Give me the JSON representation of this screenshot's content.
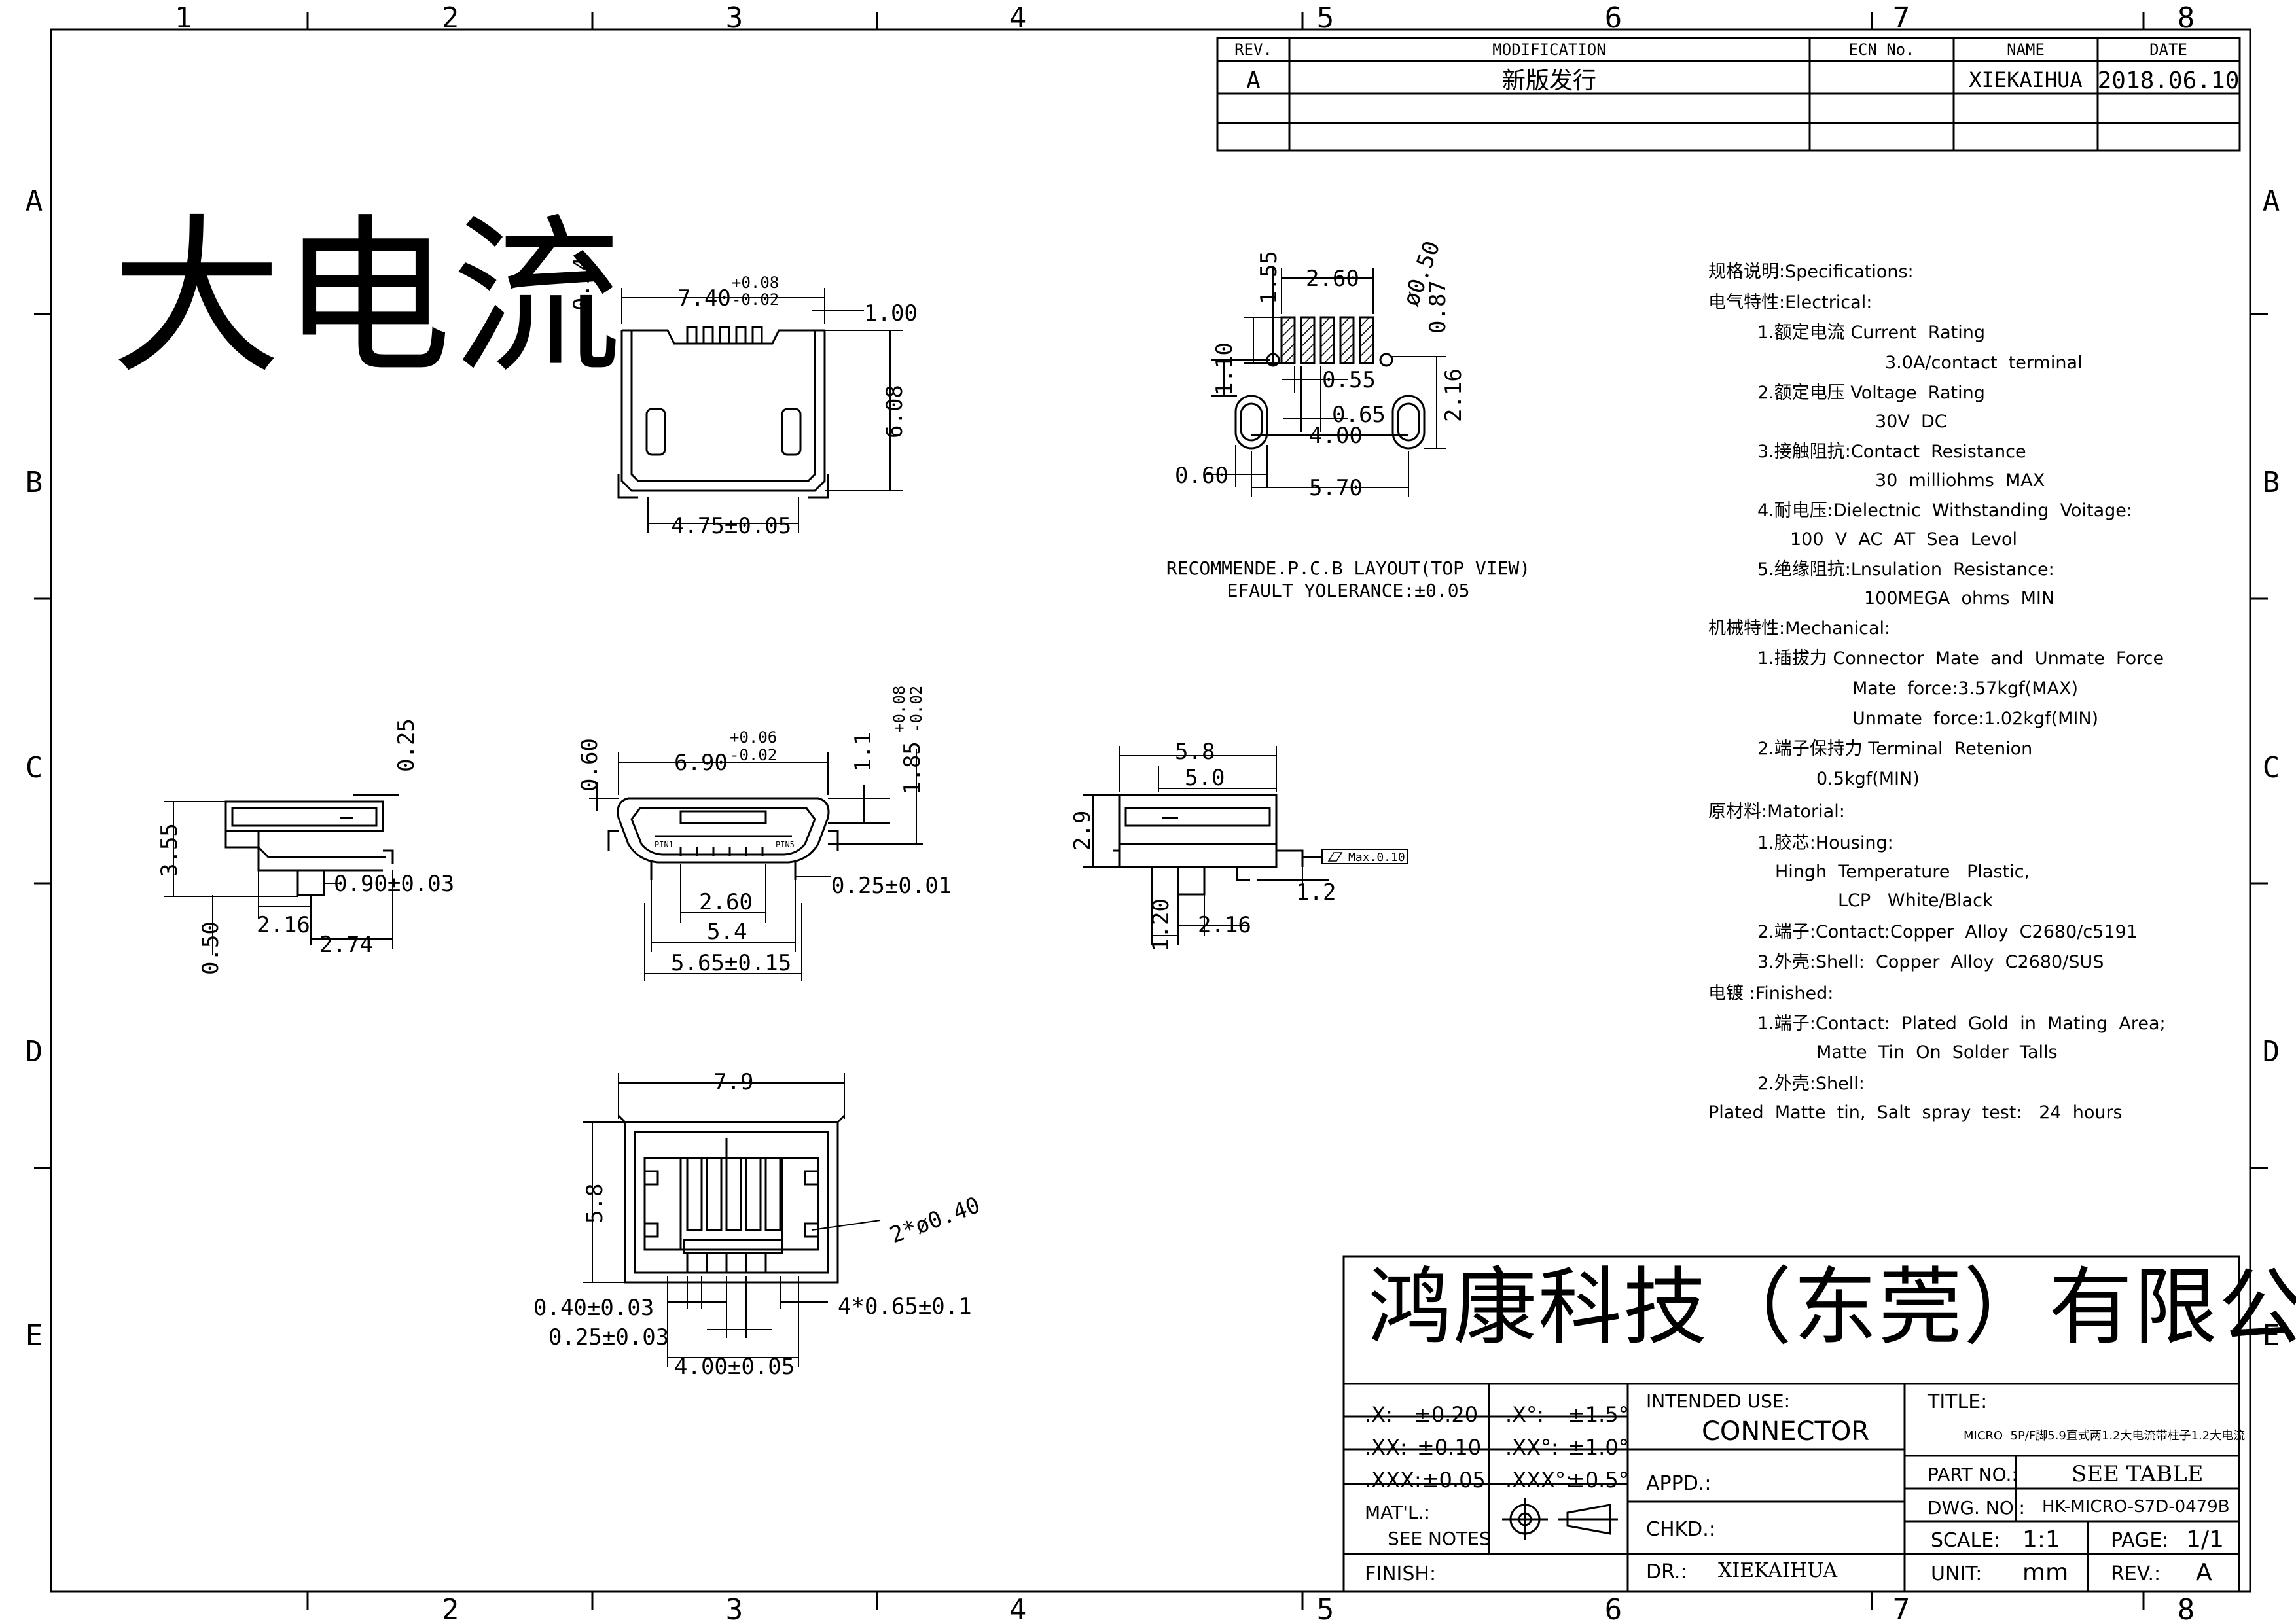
{
  "border": {
    "col_labels": [
      "1",
      "2",
      "3",
      "4",
      "5",
      "6",
      "7",
      "8"
    ],
    "row_labels": [
      "A",
      "B",
      "C",
      "D",
      "E"
    ]
  },
  "big_title": "大电流",
  "rev_table": {
    "headers": [
      "REV.",
      "MODIFICATION",
      "ECN No.",
      "NAME",
      "DATE"
    ],
    "rows": [
      [
        "A",
        "新版发行",
        "",
        "XIEKAIHUA",
        "2018.06.10"
      ],
      [
        "",
        "",
        "",
        "",
        ""
      ],
      [
        "",
        "",
        "",
        "",
        ""
      ]
    ]
  },
  "top_view": {
    "dim_width": "7.40",
    "dim_width_tol_upper": "+0.08",
    "dim_width_tol_lower": "-0.02",
    "dim_0_24": "0.24",
    "dim_1_00": "1.00",
    "dim_6_08": "6.08",
    "dim_bottom": "4.75±0.05"
  },
  "pcb": {
    "dim_1_55": "1.55",
    "dim_2_60": "2.60",
    "dim_phi": "ø0.50",
    "dim_0_87": "0.87",
    "dim_1_10": "1.10",
    "dim_0_55": "0.55",
    "dim_0_65": "0.65",
    "dim_4_00": "4.00",
    "dim_2_16": "2.16",
    "dim_0_60": "0.60",
    "dim_5_70": "5.70",
    "caption1": "RECOMMENDE.P.C.B LAYOUT(TOP VIEW)",
    "caption2": "EFAULT YOLERANCE:±0.05"
  },
  "side_left": {
    "dim_0_25": "0.25",
    "dim_3_55": "3.55",
    "dim_0_90": "0.90±0.03",
    "dim_2_16": "2.16",
    "dim_2_74": "2.74",
    "dim_0_50": "0.50"
  },
  "front_view": {
    "dim_width": "6.90",
    "tol_upper": "+0.06",
    "tol_lower": "-0.02",
    "dim_0_60": "0.60",
    "dim_1_1": "1.1",
    "dim_1_85": "1.85",
    "dim_1_85_tol_upper": "+0.08",
    "dim_1_85_tol_lower": "-0.02",
    "dim_2_60": "2.60",
    "dim_0_25": "0.25±0.01",
    "dim_5_4": "5.4",
    "dim_5_65": "5.65±0.15",
    "pin_label_left": "PIN1",
    "pin_label_right": "PIN5"
  },
  "side_right": {
    "dim_5_8": "5.8",
    "dim_5_0": "5.0",
    "dim_2_9": "2.9",
    "dim_1_2": "1.2",
    "dim_1_20": "1.20",
    "dim_2_16": "2.16",
    "flatness": "Max.0.10"
  },
  "bottom_view": {
    "dim_7_9": "7.9",
    "dim_5_8": "5.8",
    "dim_holes": "2*ø0.40",
    "dim_pitch": "4*0.65±0.1",
    "dim_0_40": "0.40±0.03",
    "dim_0_25": "0.25±0.03",
    "dim_4_00": "4.00±0.05"
  },
  "specs": {
    "title": "规格说明:Specifications:",
    "electrical": "电气特性:Electrical:",
    "e1": "1.额定电流 Current  Rating",
    "e1v": "3.0A/contact  terminal",
    "e2": "2.额定电压 Voltage  Rating",
    "e2v": "30V  DC",
    "e3": "3.接触阻抗:Contact  Resistance",
    "e3v": "30  milliohms  MAX",
    "e4": "4.耐电压:Dielectnic  Withstanding  Voitage:",
    "e4v": "100  V  AC  AT  Sea  Levol",
    "e5": "5.绝缘阻抗:Lnsulation  Resistance:",
    "e5v": "100MEGA  ohms  MIN",
    "mechanical": "机械特性:Mechanical:",
    "m1": "1.插拔力 Connector  Mate  and  Unmate  Force",
    "m1a": "Mate  force:3.57kgf(MAX)",
    "m1b": "Unmate  force:1.02kgf(MIN)",
    "m2": "2.端子保持力 Terminal  Retenion",
    "m2v": "0.5kgf(MIN)",
    "material": "原材料:Matorial:",
    "mt1": "1.胶芯:Housing:",
    "mt1a": "Hingh  Temperature   Plastic,",
    "mt1b": "LCP   White/Black",
    "mt2": "2.端子:Contact:Copper  Alloy  C2680/c5191",
    "mt3": "3.外壳:Shell:  Copper  Alloy  C2680/SUS",
    "finished": "电镀 :Finished:",
    "f1": "1.端子:Contact:  Plated  Gold  in  Mating  Area;",
    "f1b": "Matte  Tin  On  Solder  Talls",
    "f2": "2.外壳:Shell:",
    "f2b": "Plated  Matte  tin,  Salt  spray  test:   24  hours"
  },
  "title_block": {
    "company": "鸿康科技（东莞）有限公司",
    "tol": [
      [
        ".X:",
        "±0.20",
        ".X°:",
        "±1.5°"
      ],
      [
        ".XX:",
        "±0.10",
        ".XX°:",
        "±1.0°"
      ],
      [
        ".XXX:±0.05",
        "",
        ".XXX°:",
        "±0.5°"
      ]
    ],
    "matl_label": "MAT'L.:",
    "matl_value": "SEE NOTES",
    "finish_label": "FINISH:",
    "intended_label": "INTENDED USE:",
    "intended_value": "CONNECTOR",
    "appd_label": "APPD.:",
    "chkd_label": "CHKD.:",
    "dr_label": "DR.:",
    "dr_value": "XIEKAIHUA",
    "title_label": "TITLE:",
    "title_value": "MICRO  5P/F脚5.9直式两1.2大电流带柱子1.2大电流",
    "part_label": "PART NO.:",
    "part_value": "SEE TABLE",
    "dwg_label": "DWG. NO.:",
    "dwg_value": "HK-MICRO-S7D-0479B",
    "scale_label": "SCALE:",
    "scale_value": "1:1",
    "page_label": "PAGE:",
    "page_value": "1/1",
    "unit_label": "UNIT:",
    "unit_value": "mm",
    "rev_label": "REV.:",
    "rev_value": "A"
  }
}
